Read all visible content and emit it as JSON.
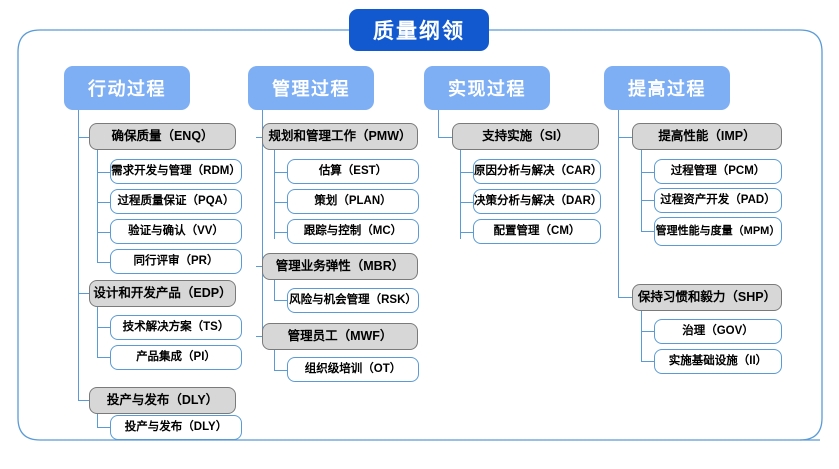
{
  "diagram": {
    "root": {
      "label": "质量纲领",
      "color": "#1259cf"
    },
    "header_color": "#7eaef4",
    "group_color": "#d7d7d7",
    "leaf_border_color": "#5b9bd5",
    "connector_color": "#5b9bd5",
    "columns": [
      {
        "header": "行动过程",
        "groups": [
          {
            "label": "确保质量（ENQ）",
            "children": [
              "需求开发与管理（RDM）",
              "过程质量保证（PQA）",
              "验证与确认（VV）",
              "同行评审（PR）"
            ]
          },
          {
            "label": "设计和开发产品（EDP）",
            "children": [
              "技术解决方案（TS）",
              "产品集成（PI）"
            ]
          },
          {
            "label": "投产与发布（DLY）",
            "children": [
              "投产与发布（DLY）"
            ]
          }
        ]
      },
      {
        "header": "管理过程",
        "groups": [
          {
            "label": "规划和管理工作（PMW）",
            "children": [
              "估算（EST）",
              "策划（PLAN）",
              "跟踪与控制（MC）"
            ]
          },
          {
            "label": "管理业务弹性（MBR）",
            "children": [
              "风险与机会管理（RSK）"
            ]
          },
          {
            "label": "管理员工（MWF）",
            "children": [
              "组织级培训（OT）"
            ]
          }
        ]
      },
      {
        "header": "实现过程",
        "groups": [
          {
            "label": "支持实施（SI）",
            "children": [
              "原因分析与解决（CAR）",
              "决策分析与解决（DAR）",
              "配置管理（CM）"
            ]
          }
        ]
      },
      {
        "header": "提高过程",
        "groups": [
          {
            "label": "提高性能（IMP）",
            "children": [
              "过程管理（PCM）",
              "过程资产开发（PAD）",
              "管理性能与度量（MPM）"
            ]
          },
          {
            "label": "保持习惯和毅力（SHP）",
            "children": [
              "治理（GOV）",
              "实施基础设施（II）"
            ]
          }
        ]
      }
    ]
  }
}
